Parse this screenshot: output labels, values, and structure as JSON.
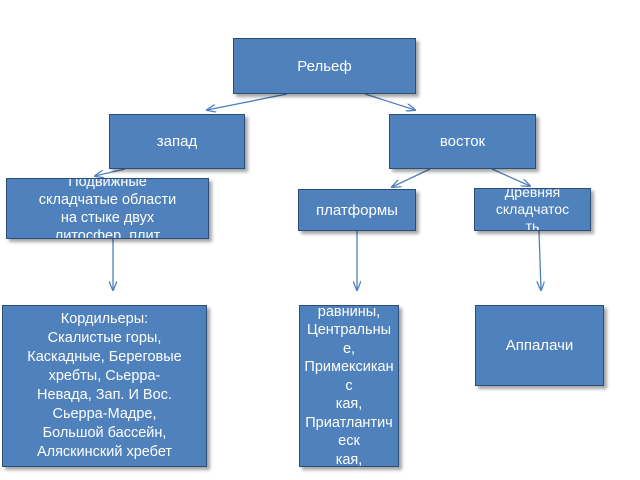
{
  "nodes": {
    "root": "Рельеф",
    "west": "запад",
    "east": "восток",
    "fold": "Подвижные\nскладчатые области\nна стыке двух\nлитосфер. плит",
    "platforms": "платформы",
    "ancient": "Древняя\nскладчатос\nть",
    "cordilleras": "Кордильеры:\nСкалистые горы,\nКаскадные, Береговые\nхребты, Сьерра-\nНевада, Зап. И Вос.\nСьерра-Мадре,\nБольшой бассейн,\nАляскинский хребет",
    "plains": "равнины,\nЦентральны\nе,\nПримексикан\nс\nкая,\nПриатлантич\nеск\nкая,",
    "appalachians": "Аппалачи"
  },
  "colors": {
    "node_fill": "#4f81bd",
    "node_border": "#2c4d75",
    "arrow": "#4f81bd",
    "text": "#ffffff"
  }
}
